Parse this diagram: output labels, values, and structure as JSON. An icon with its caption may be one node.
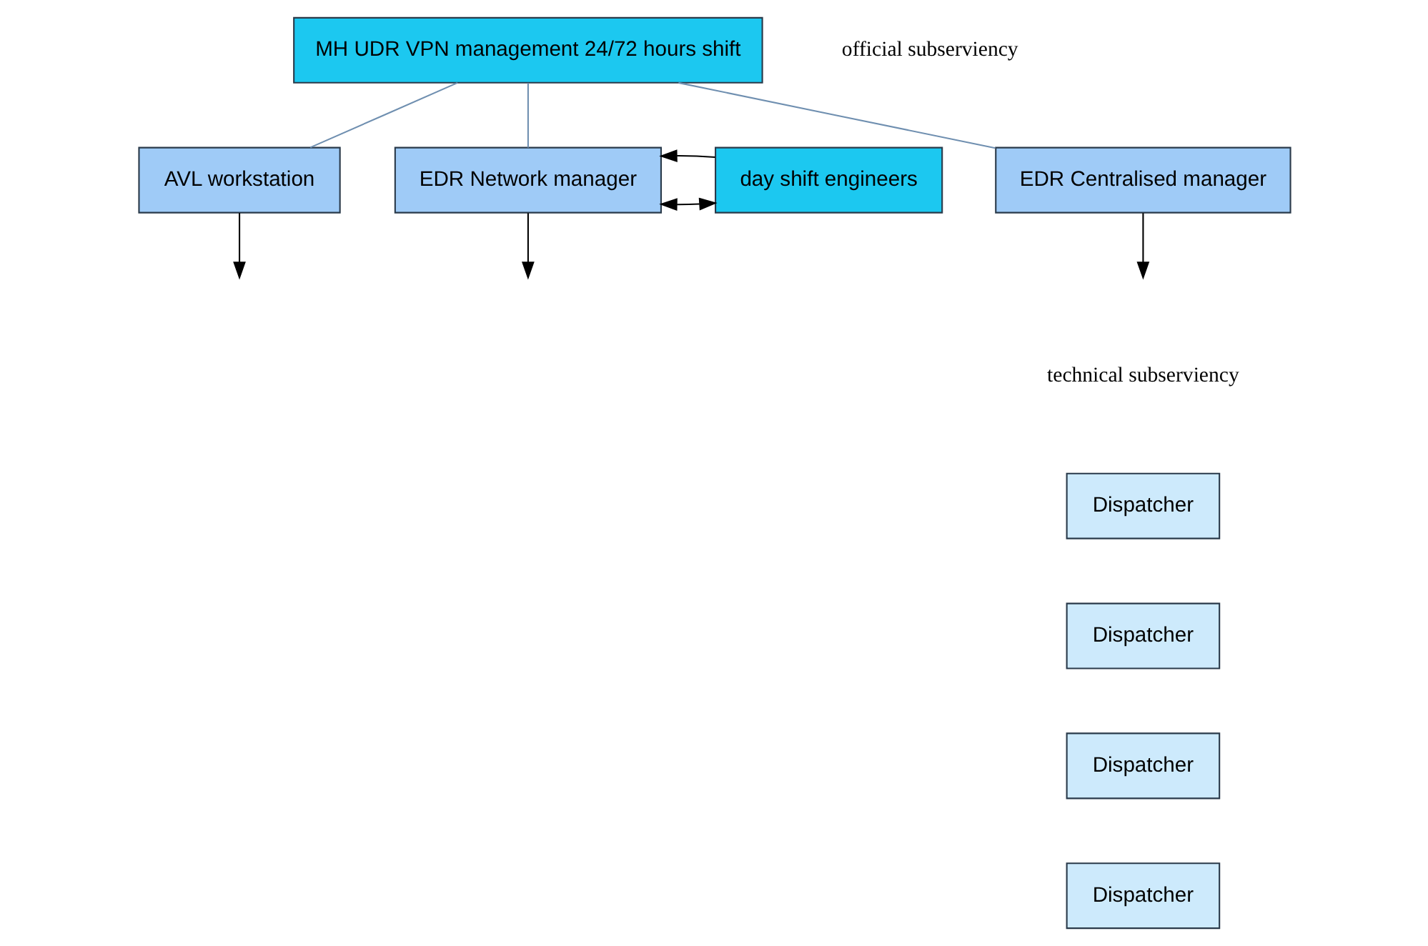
{
  "diagram": {
    "nodes": [
      {
        "text": [
          "MH UDR VPN management 24/72 hours shift"
        ]
      },
      {
        "text": [
          "day shift engineers"
        ]
      },
      {
        "text": [
          "EDR Network manager"
        ]
      },
      {
        "text": [
          "EDR Centralised manager"
        ]
      },
      {
        "text": [
          "AVL workstation"
        ]
      },
      {
        "text": [
          "Dispatcher"
        ]
      },
      {
        "text": [
          "Dispatcher"
        ]
      },
      {
        "text": [
          "Dispatcher"
        ]
      },
      {
        "text": [
          "Dispatcher"
        ]
      }
    ],
    "edges": [
      {
        "from": 0,
        "to": 2,
        "arrow": "none",
        "color": "#6f8fb0"
      },
      {
        "from": 0,
        "to": 3,
        "arrow": "none",
        "color": "#6f8fb0"
      },
      {
        "from": 0,
        "to": 4,
        "arrow": "none",
        "color": "#6f8fb0"
      },
      {
        "from": 1,
        "to": 2,
        "arrow": "both"
      },
      {
        "from": 1,
        "to": 2,
        "arrow": "to"
      },
      {
        "from": 2,
        "to": null,
        "arrow": "to"
      },
      {
        "from": 3,
        "to": null,
        "arrow": "to"
      },
      {
        "from": 4,
        "to": null,
        "arrow": "to"
      }
    ],
    "labels": [
      "official subserviency",
      "technical subserviency"
    ]
  }
}
